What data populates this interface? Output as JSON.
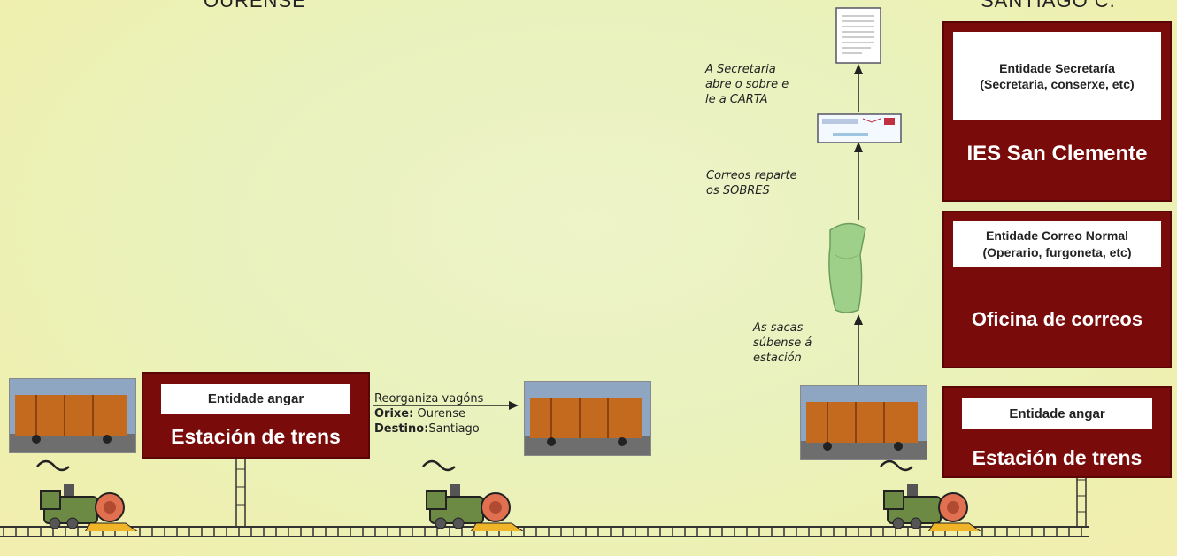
{
  "cities": {
    "left": "OURENSE",
    "right": "SANTIAGO C."
  },
  "left_station": {
    "entity": "Entidade angar",
    "name": "Estación de trens"
  },
  "right_station": {
    "entity": "Entidade angar",
    "name": "Estación de trens"
  },
  "post_office": {
    "entity": "Entidade Correo Normal",
    "entity_sub": "(Operario, furgoneta, etc)",
    "name": "Oficina de correos"
  },
  "school": {
    "entity": "Entidade Secretaría",
    "entity_sub": "(Secretaria, conserxe, etc)",
    "name": "IES San Clemente"
  },
  "reorganize": {
    "line1": "Reorganiza vagóns",
    "origin_label": "Orixe:",
    "origin_value": "Ourense",
    "dest_label": "Destino:",
    "dest_value": "Santiago"
  },
  "notes": {
    "bags": [
      "As sacas",
      "súbense á",
      "estación"
    ],
    "delivers": [
      "Correos reparte",
      "os SOBRES"
    ],
    "secretary": [
      "A Secretaria",
      "abre o sobre e",
      "le a CARTA"
    ]
  }
}
